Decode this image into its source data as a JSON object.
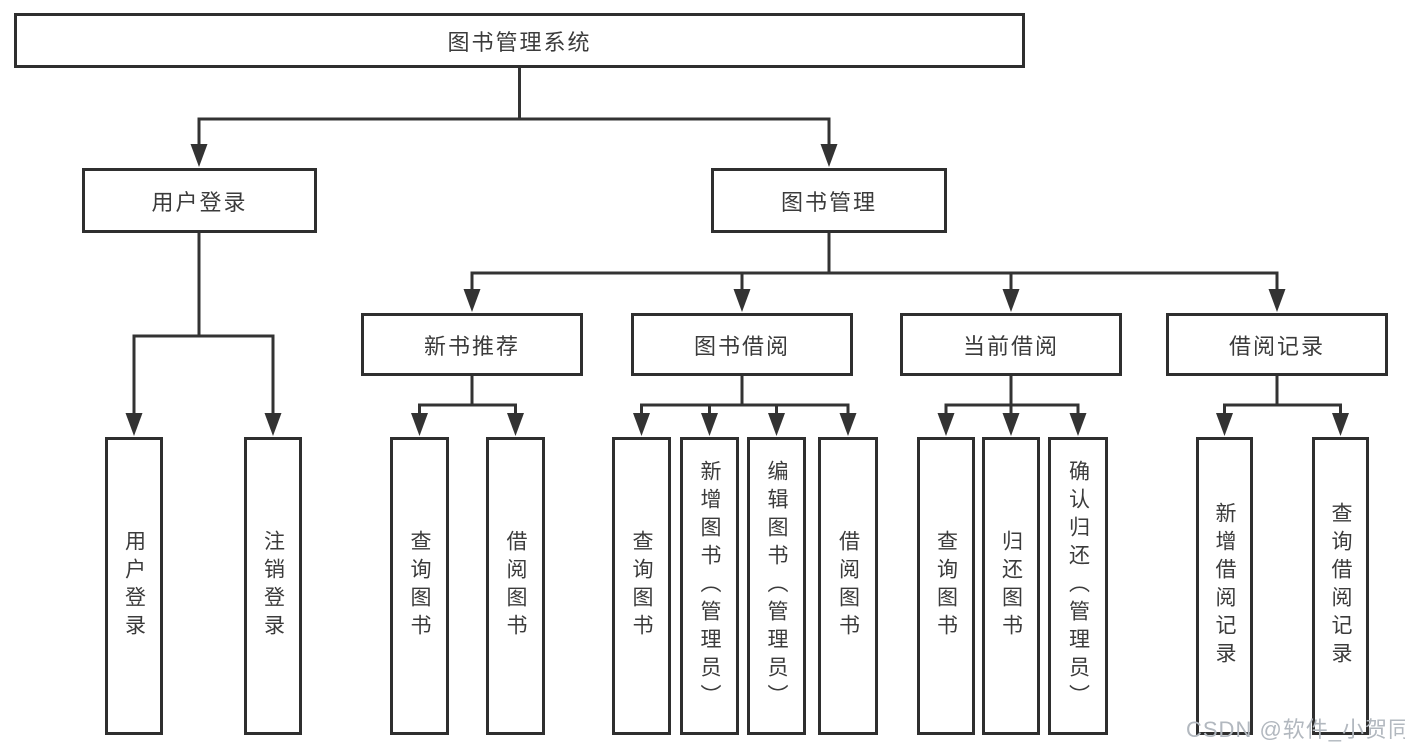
{
  "diagram_title": "图书管理系统",
  "tree": {
    "root": {
      "label": "图书管理系统"
    },
    "branches": [
      {
        "label": "用户登录",
        "leaves": [
          {
            "label": "用户登录"
          },
          {
            "label": "注销登录"
          }
        ]
      },
      {
        "label": "图书管理",
        "groups": [
          {
            "label": "新书推荐",
            "leaves": [
              {
                "label": "查询图书"
              },
              {
                "label": "借阅图书"
              }
            ]
          },
          {
            "label": "图书借阅",
            "leaves": [
              {
                "label": "查询图书"
              },
              {
                "label": "新增图书（管理员）"
              },
              {
                "label": "编辑图书（管理员）"
              },
              {
                "label": "借阅图书"
              }
            ]
          },
          {
            "label": "当前借阅",
            "leaves": [
              {
                "label": "查询图书"
              },
              {
                "label": "归还图书"
              },
              {
                "label": "确认归还（管理员）"
              }
            ]
          },
          {
            "label": "借阅记录",
            "leaves": [
              {
                "label": "新增借阅记录"
              },
              {
                "label": "查询借阅记录"
              }
            ]
          }
        ]
      }
    ]
  },
  "watermark": "CSDN @软件_小贺同学",
  "colors": {
    "line": "#333333",
    "box_border": "#2f2f2f",
    "text": "#3b3b3b",
    "background": "#ffffff",
    "watermark": "#b2b8bf"
  }
}
